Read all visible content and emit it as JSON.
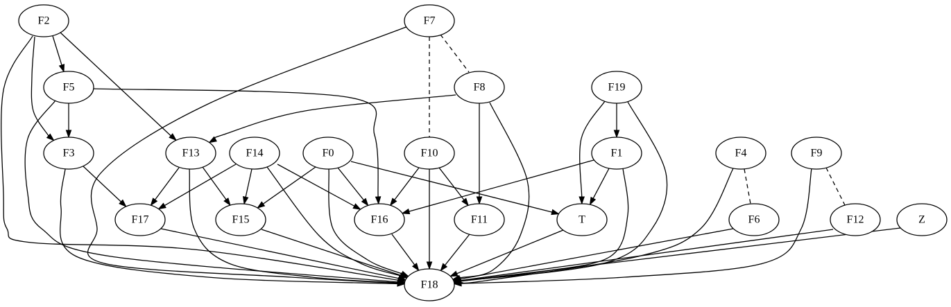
{
  "graph": {
    "nodes": [
      {
        "id": "F2",
        "label": "F2"
      },
      {
        "id": "F7",
        "label": "F7"
      },
      {
        "id": "F5",
        "label": "F5"
      },
      {
        "id": "F8",
        "label": "F8"
      },
      {
        "id": "F19",
        "label": "F19"
      },
      {
        "id": "F3",
        "label": "F3"
      },
      {
        "id": "F13",
        "label": "F13"
      },
      {
        "id": "F14",
        "label": "F14"
      },
      {
        "id": "F0",
        "label": "F0"
      },
      {
        "id": "F10",
        "label": "F10"
      },
      {
        "id": "F1",
        "label": "F1"
      },
      {
        "id": "F4",
        "label": "F4"
      },
      {
        "id": "F9",
        "label": "F9"
      },
      {
        "id": "F17",
        "label": "F17"
      },
      {
        "id": "F15",
        "label": "F15"
      },
      {
        "id": "F16",
        "label": "F16"
      },
      {
        "id": "F11",
        "label": "F11"
      },
      {
        "id": "T",
        "label": "T"
      },
      {
        "id": "F6",
        "label": "F6"
      },
      {
        "id": "F12",
        "label": "F12"
      },
      {
        "id": "Z",
        "label": "Z"
      },
      {
        "id": "F18",
        "label": "F18"
      }
    ],
    "edges": [
      {
        "from": "F2",
        "to": "F5",
        "style": "directed"
      },
      {
        "from": "F2",
        "to": "F3",
        "style": "directed"
      },
      {
        "from": "F2",
        "to": "F13",
        "style": "directed"
      },
      {
        "from": "F2",
        "to": "F18",
        "style": "directed"
      },
      {
        "from": "F7",
        "to": "F8",
        "style": "dashed"
      },
      {
        "from": "F7",
        "to": "F10",
        "style": "dashed"
      },
      {
        "from": "F7",
        "to": "F18",
        "style": "directed"
      },
      {
        "from": "F5",
        "to": "F3",
        "style": "directed"
      },
      {
        "from": "F5",
        "to": "F16",
        "style": "directed"
      },
      {
        "from": "F5",
        "to": "F18",
        "style": "directed"
      },
      {
        "from": "F8",
        "to": "F13",
        "style": "directed"
      },
      {
        "from": "F8",
        "to": "F11",
        "style": "directed"
      },
      {
        "from": "F8",
        "to": "F18",
        "style": "directed"
      },
      {
        "from": "F19",
        "to": "F1",
        "style": "directed"
      },
      {
        "from": "F19",
        "to": "T",
        "style": "directed"
      },
      {
        "from": "F19",
        "to": "F18",
        "style": "directed"
      },
      {
        "from": "F3",
        "to": "F17",
        "style": "directed"
      },
      {
        "from": "F3",
        "to": "F18",
        "style": "directed"
      },
      {
        "from": "F13",
        "to": "F17",
        "style": "directed"
      },
      {
        "from": "F13",
        "to": "F15",
        "style": "directed"
      },
      {
        "from": "F13",
        "to": "F18",
        "style": "directed"
      },
      {
        "from": "F14",
        "to": "F17",
        "style": "directed"
      },
      {
        "from": "F14",
        "to": "F15",
        "style": "directed"
      },
      {
        "from": "F14",
        "to": "F16",
        "style": "directed"
      },
      {
        "from": "F14",
        "to": "F18",
        "style": "directed"
      },
      {
        "from": "F0",
        "to": "F15",
        "style": "directed"
      },
      {
        "from": "F0",
        "to": "F16",
        "style": "directed"
      },
      {
        "from": "F0",
        "to": "T",
        "style": "directed"
      },
      {
        "from": "F0",
        "to": "F18",
        "style": "directed"
      },
      {
        "from": "F10",
        "to": "F16",
        "style": "directed"
      },
      {
        "from": "F10",
        "to": "F11",
        "style": "directed"
      },
      {
        "from": "F10",
        "to": "F18",
        "style": "directed"
      },
      {
        "from": "F1",
        "to": "F16",
        "style": "directed"
      },
      {
        "from": "F1",
        "to": "T",
        "style": "directed"
      },
      {
        "from": "F1",
        "to": "F18",
        "style": "directed"
      },
      {
        "from": "F4",
        "to": "F6",
        "style": "dashed"
      },
      {
        "from": "F4",
        "to": "F18",
        "style": "directed"
      },
      {
        "from": "F9",
        "to": "F12",
        "style": "dashed"
      },
      {
        "from": "F9",
        "to": "F18",
        "style": "directed"
      },
      {
        "from": "F17",
        "to": "F18",
        "style": "directed"
      },
      {
        "from": "F15",
        "to": "F18",
        "style": "directed"
      },
      {
        "from": "F16",
        "to": "F18",
        "style": "directed"
      },
      {
        "from": "F11",
        "to": "F18",
        "style": "directed"
      },
      {
        "from": "T",
        "to": "F18",
        "style": "directed"
      },
      {
        "from": "F6",
        "to": "F18",
        "style": "directed"
      },
      {
        "from": "F12",
        "to": "F18",
        "style": "directed"
      },
      {
        "from": "Z",
        "to": "F18",
        "style": "directed"
      }
    ]
  }
}
